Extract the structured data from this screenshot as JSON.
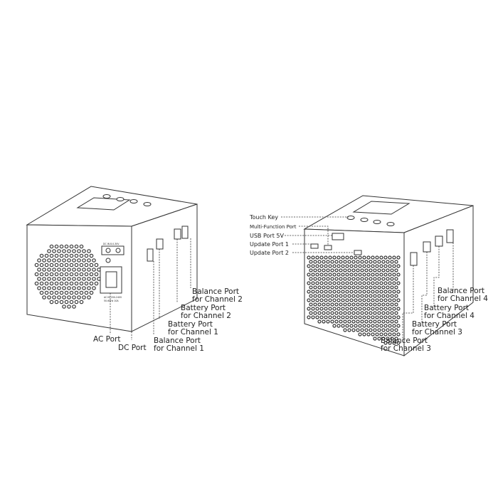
{
  "left_device": {
    "labels": {
      "ac_port": "AC Port",
      "dc_port": "DC Port",
      "balance_ch1": [
        "Balance Port",
        "for Channel 1"
      ],
      "battery_ch1": [
        "Battery Port",
        "for Channel 1"
      ],
      "battery_ch2": [
        "Battery Port",
        "for Channel 2"
      ],
      "balance_ch2": [
        "Balance Port",
        "for Channel 2"
      ]
    },
    "printed": {
      "dc_in": "DC IN 8.0-30V",
      "ac_in": "AC IN 200-240V",
      "ac_rating": "50-60Hz 10A"
    }
  },
  "right_device": {
    "labels": {
      "touch_key": "Touch Key",
      "multi_function_port": "Multi-Function Port",
      "usb_port": "USB Port 5V",
      "update_port_1": "Update Port 1",
      "update_port_2": "Update Port 2",
      "balance_ch4": [
        "Balance Port",
        "for Channel 4"
      ],
      "battery_ch4": [
        "Battery Port",
        "for Channel 4"
      ],
      "battery_ch3": [
        "Battery Port",
        "for Channel 3"
      ],
      "balance_ch3": [
        "Balance Port",
        "for Channel 3"
      ]
    }
  }
}
